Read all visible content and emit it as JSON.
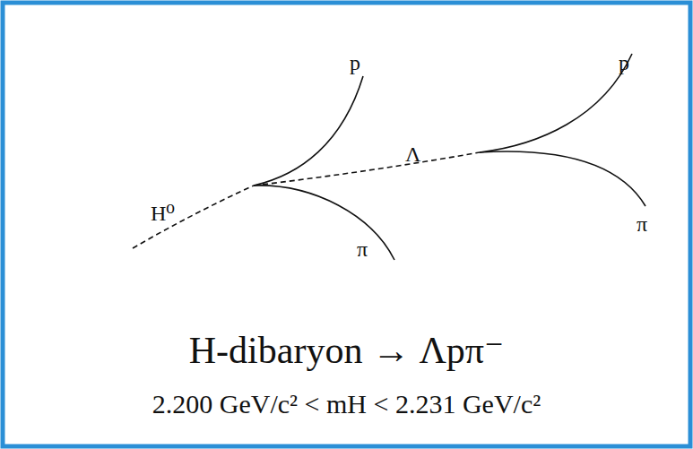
{
  "diagram": {
    "title": "H-dibaryon → Λpπ⁻",
    "caption": "2.200 GeV/c² < mH < 2.231 GeV/c²",
    "labels": [
      "H⁰",
      "p",
      "π",
      "Λ",
      "p",
      "π"
    ]
  }
}
